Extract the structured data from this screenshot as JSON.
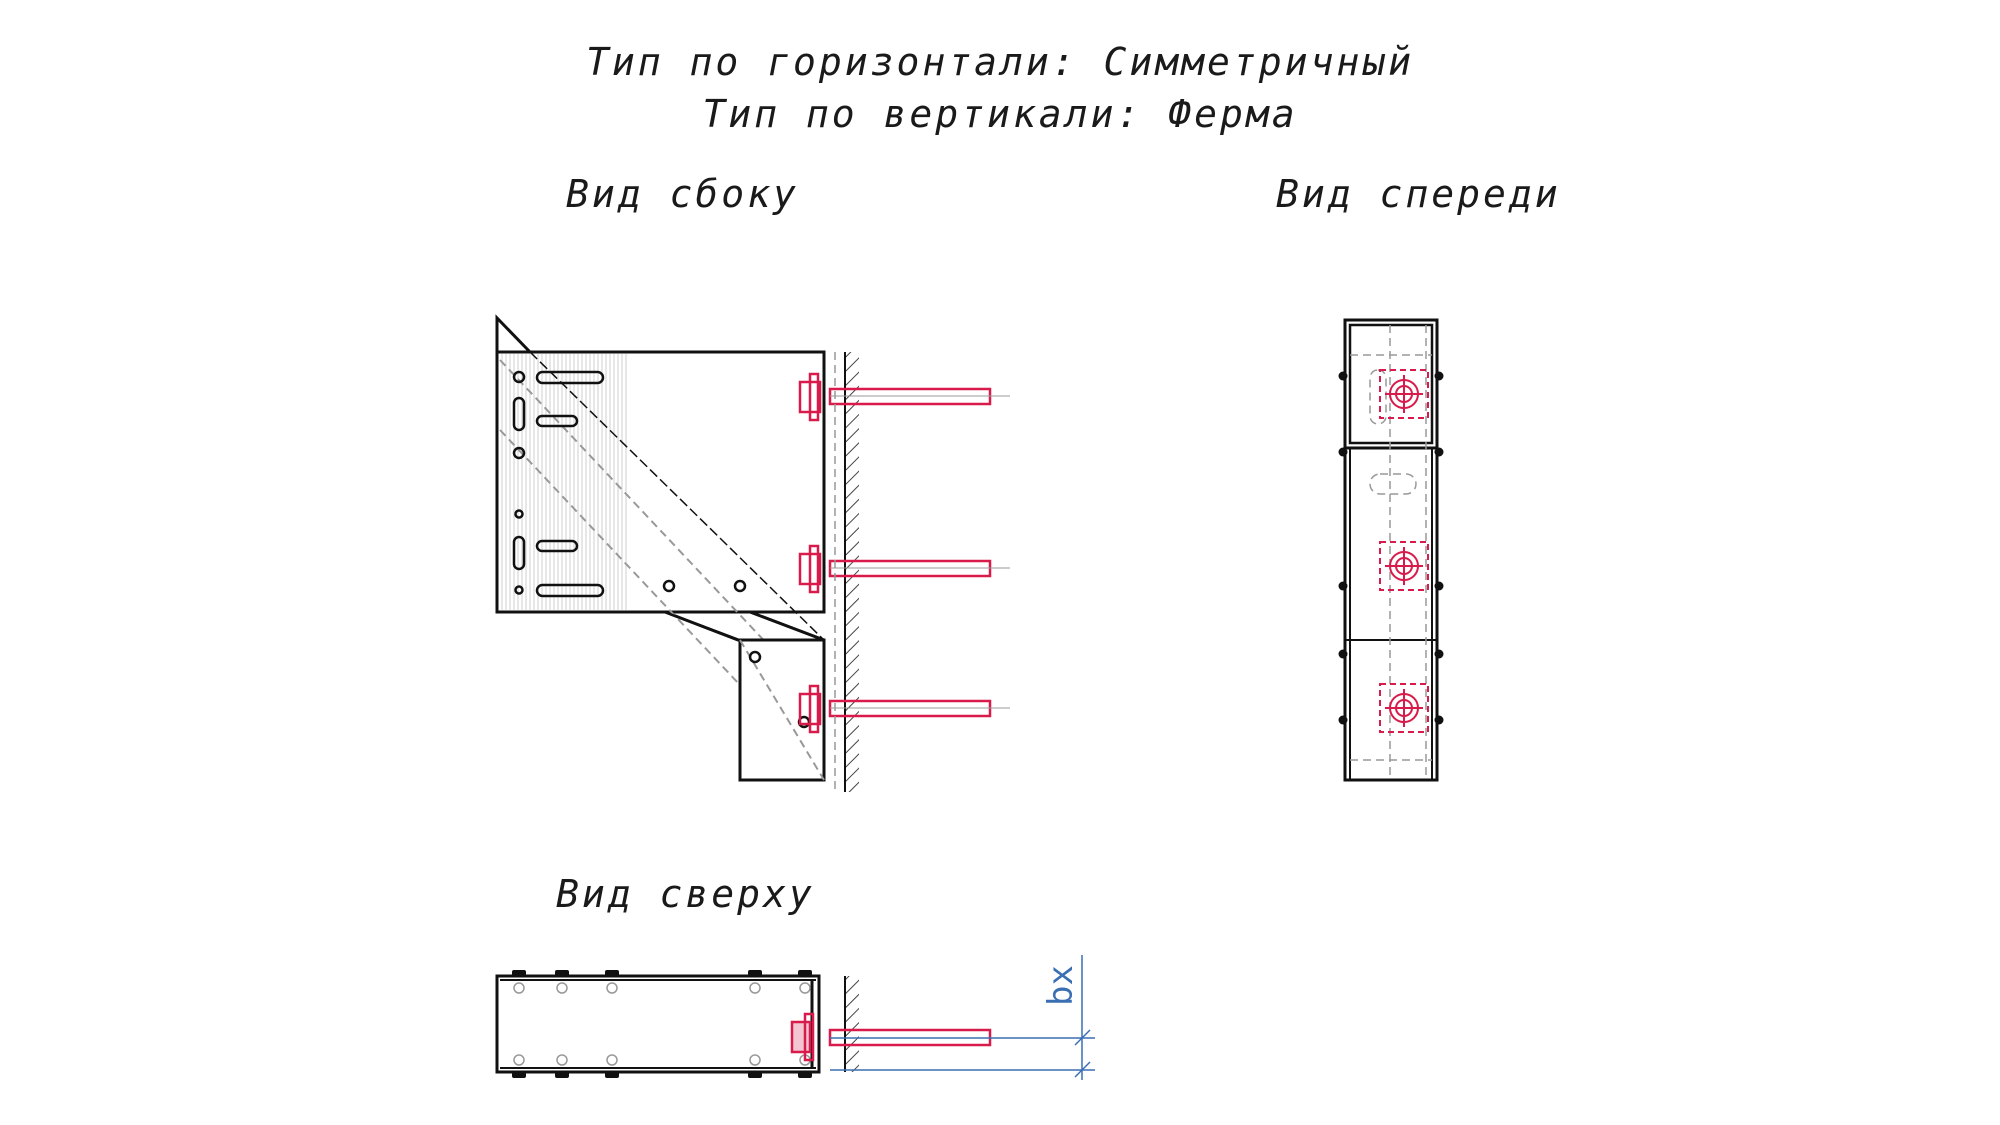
{
  "header": {
    "horizontal_type": "Тип по горизонтали: Симметричный",
    "vertical_type": "Тип по вертикали: Ферма"
  },
  "views": {
    "side": "Вид сбоку",
    "front": "Вид спереди",
    "top": "Вид сверху"
  },
  "dimension": {
    "label": "bx"
  },
  "colors": {
    "outline": "#111111",
    "anchor": "#d81b4a",
    "hidden": "#888888",
    "dimension": "#3a6fb3"
  }
}
